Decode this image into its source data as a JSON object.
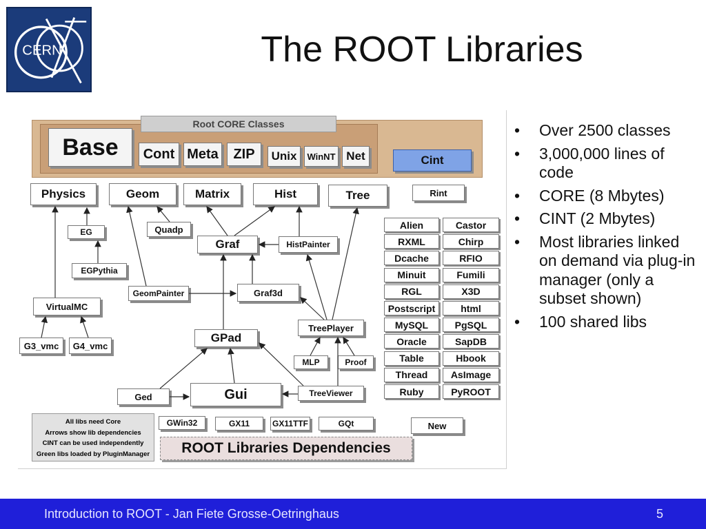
{
  "logo": {
    "text": "CERN",
    "icon": "cern-logo"
  },
  "title": "The ROOT Libraries",
  "diagram": {
    "core_tab": "Root CORE Classes",
    "core": [
      "Base",
      "Cont",
      "Meta",
      "ZIP",
      "Unix",
      "WinNT",
      "Net",
      "Cint"
    ],
    "top_row": [
      "Physics",
      "Geom",
      "Matrix",
      "Hist",
      "Tree",
      "Rint"
    ],
    "nodes": {
      "eg": "EG",
      "egpythia": "EGPythia",
      "virtualmc": "VirtualMC",
      "g3_vmc": "G3_vmc",
      "g4_vmc": "G4_vmc",
      "quadp": "Quadp",
      "graf": "Graf",
      "histpainter": "HistPainter",
      "geompainter": "GeomPainter",
      "graf3d": "Graf3d",
      "gpad": "GPad",
      "treeplayer": "TreePlayer",
      "mlp": "MLP",
      "proof": "Proof",
      "ged": "Ged",
      "gui": "Gui",
      "treeviewer": "TreeViewer",
      "gwin32": "GWin32",
      "gx11": "GX11",
      "gx11ttf": "GX11TTF",
      "gqt": "GQt",
      "new": "New"
    },
    "plugin_libs_left": [
      "Alien",
      "RXML",
      "Dcache",
      "Minuit",
      "RGL",
      "Postscript",
      "MySQL",
      "Oracle",
      "Table",
      "Thread",
      "Ruby"
    ],
    "plugin_libs_right": [
      "Castor",
      "Chirp",
      "RFIO",
      "Fumili",
      "X3D",
      "html",
      "PgSQL",
      "SapDB",
      "Hbook",
      "AsImage",
      "PyROOT"
    ],
    "legend": [
      "All libs need Core",
      "Arrows show lib dependencies",
      "CINT can be used independently",
      "Green libs loaded by PluginManager"
    ],
    "deps_title": "ROOT Libraries Dependencies"
  },
  "bullets": [
    "Over 2500 classes",
    "3,000,000 lines of code",
    "CORE (8 Mbytes)",
    "CINT (2 Mbytes)",
    "Most libraries linked on demand via plug-in manager (only a subset shown)",
    "100 shared libs"
  ],
  "bullet_symbol": "•",
  "footer": {
    "text": "Introduction to ROOT - Jan Fiete Grosse-Oetringhaus",
    "page": "5"
  },
  "colors": {
    "footer": "#1f1fd9",
    "logo_bg": "#1b3b7a",
    "core_band": "#d9b892",
    "cint": "#7fa3e6"
  }
}
